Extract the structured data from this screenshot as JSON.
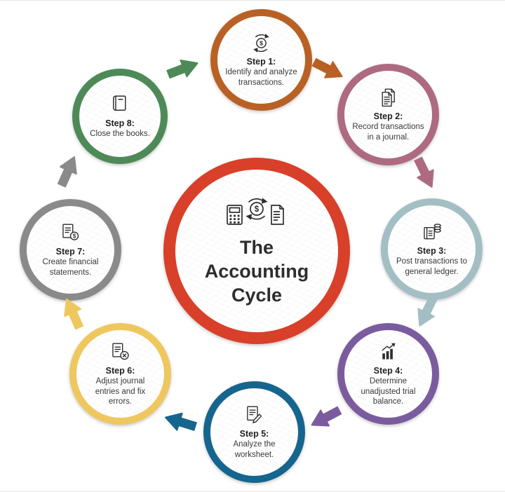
{
  "center": {
    "title_lines": [
      "The",
      "Accounting",
      "Cycle"
    ],
    "ring_color": "#d8402a",
    "icons": [
      "calculator-icon",
      "dollar-cycle-icon",
      "receipt-icon"
    ]
  },
  "steps": [
    {
      "label": "Step 1:",
      "text": "Identify and analyze transactions.",
      "color": "#b96125",
      "icon": "dollar-cycle-icon"
    },
    {
      "label": "Step 2:",
      "text": "Record transactions in a journal.",
      "color": "#ad6a80",
      "icon": "journal-documents-icon"
    },
    {
      "label": "Step 3:",
      "text": "Post transactions to general ledger.",
      "color": "#a3bfc3",
      "icon": "ledger-coins-icon"
    },
    {
      "label": "Step 4:",
      "text": "Determine unadjusted trial balance.",
      "color": "#7a5c9e",
      "icon": "trial-balance-chart-icon"
    },
    {
      "label": "Step 5:",
      "text": "Analyze the worksheet.",
      "color": "#16658e",
      "icon": "worksheet-pencil-icon"
    },
    {
      "label": "Step 6:",
      "text": "Adjust journal entries and fix errors.",
      "color": "#efc75f",
      "icon": "adjust-entries-icon"
    },
    {
      "label": "Step 7:",
      "text": "Create financial statements.",
      "color": "#8a8a8a",
      "icon": "financial-statement-icon"
    },
    {
      "label": "Step 8:",
      "text": "Close the books.",
      "color": "#4d8a57",
      "icon": "close-books-icon"
    }
  ]
}
